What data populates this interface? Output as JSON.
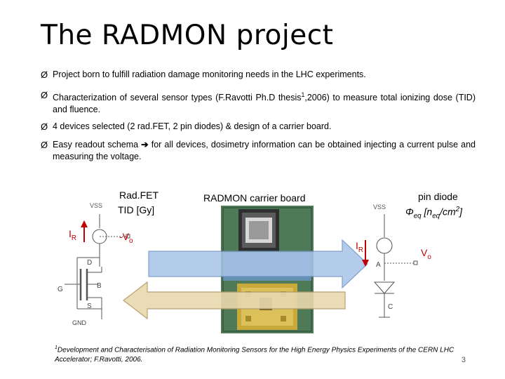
{
  "title": "The RADMON project",
  "bullets": [
    {
      "text": "Project born to fulfill radiation damage monitoring needs in the LHC experiments."
    },
    {
      "pre": "Characterization of several sensor types (F.Ravotti Ph.D thesis",
      "sup": "1",
      "post": ",2006) to measure total ionizing dose (TID) and fluence."
    },
    {
      "text": "4 devices selected (2 rad.FET, 2 pin diodes) & design of a carrier board."
    },
    {
      "pre": "Easy readout schema ",
      "mid": " for all devices, dosimetry information can be obtained injecting a current pulse and measuring the voltage."
    }
  ],
  "bullet_glyph": "Ø",
  "radfet": {
    "label1": "Rad.FET",
    "label2": "TID [Gy]",
    "vss": "VSS",
    "ir_main": "I",
    "ir_sub": "R",
    "vo_main": "-V",
    "vo_sub": "o",
    "d": "D",
    "g": "G",
    "b": "B",
    "s": "S",
    "gnd": "GND"
  },
  "board": {
    "label": "RADMON carrier board"
  },
  "diode": {
    "label1": "pin diode",
    "phi": "Φ",
    "phi_sub": "eq",
    "unit_open": " [n",
    "unit_sub": "eq",
    "unit_mid": "/cm",
    "unit_sup": "2",
    "unit_close": "]",
    "vss": "VSS",
    "ir_main": "I",
    "ir_sub": "R",
    "vo_main": "V",
    "vo_sub": "o",
    "a": "A",
    "c": "C"
  },
  "footnote": {
    "sup": "1",
    "text": "Development and Characterisation of Radiation Monitoring Sensors for the High Energy Physics Experiments of the CERN LHC Accelerator; F.Ravotti, 2006."
  },
  "page_number": "3",
  "colors": {
    "arrow_blue": "#a8c4e8",
    "arrow_blue_stroke": "#6a8fc0",
    "arrow_tan": "#e8d9b0",
    "arrow_tan_stroke": "#b09860",
    "board_green": "#4f7a58",
    "sensor_gold": "#c9a93a",
    "red": "#c00000"
  }
}
